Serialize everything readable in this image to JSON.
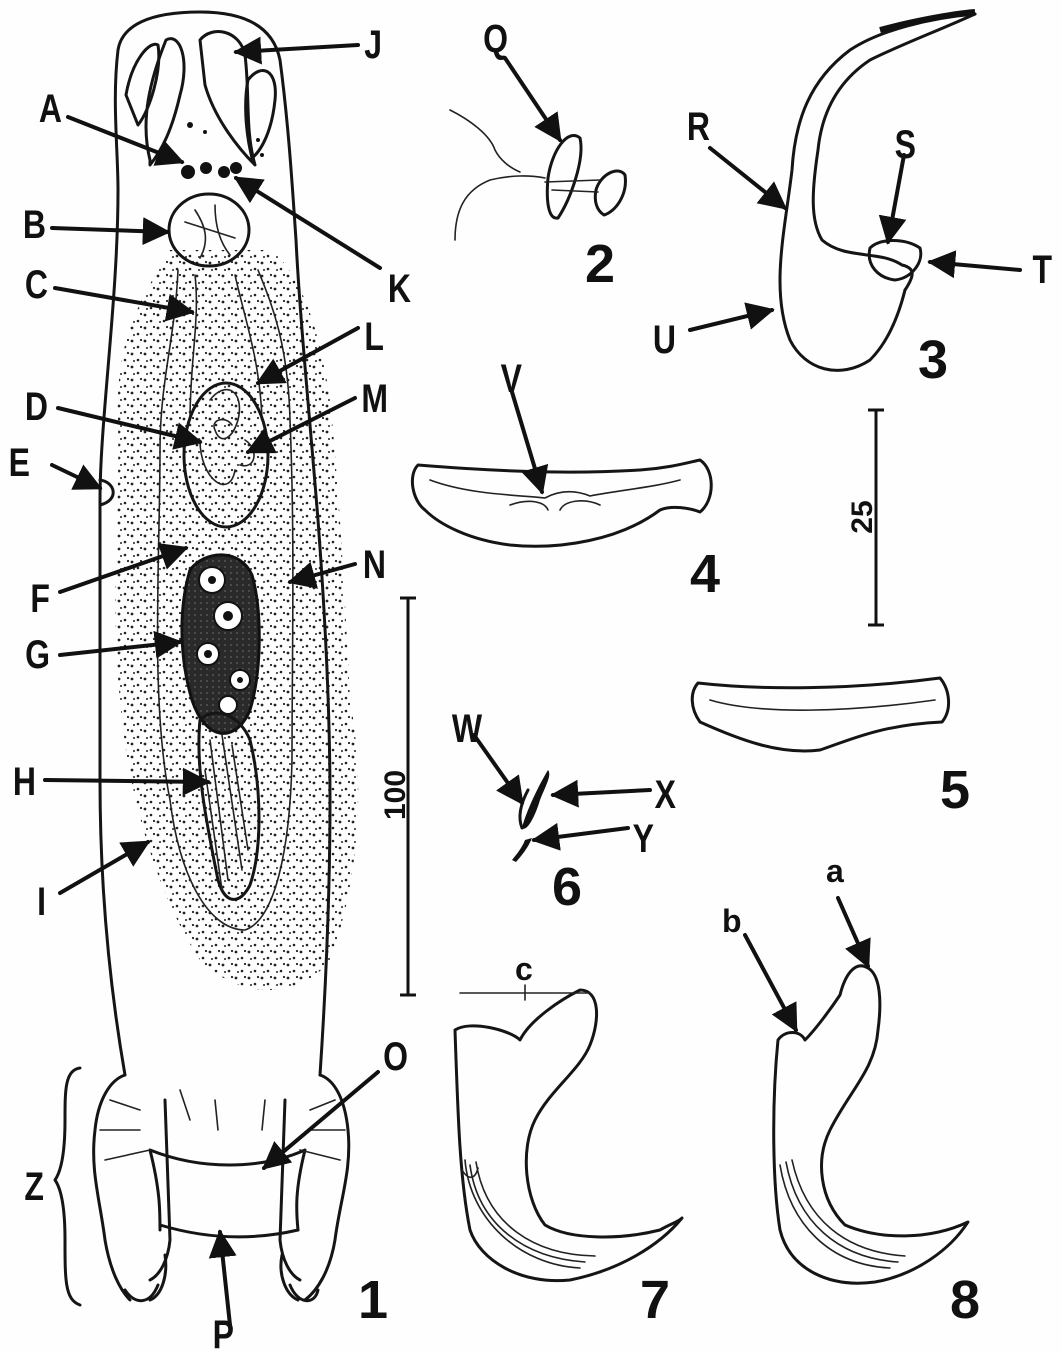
{
  "labels": {
    "A": "A",
    "B": "B",
    "C": "C",
    "D": "D",
    "E": "E",
    "F": "F",
    "G": "G",
    "H": "H",
    "I": "I",
    "J": "J",
    "K": "K",
    "L": "L",
    "M": "M",
    "N": "N",
    "O": "O",
    "P": "P",
    "Q": "Q",
    "R": "R",
    "S": "S",
    "T": "T",
    "U": "U",
    "V": "V",
    "W": "W",
    "X": "X",
    "Y": "Y",
    "Z": "Z",
    "a": "a",
    "b": "b",
    "c": "c"
  },
  "figure_numbers": {
    "f1": "1",
    "f2": "2",
    "f3": "3",
    "f4": "4",
    "f5": "5",
    "f6": "6",
    "f7": "7",
    "f8": "8"
  },
  "scale_bars": {
    "large": "100",
    "small": "25"
  },
  "colors": {
    "ink": "#111111",
    "paper": "#fefefe"
  }
}
